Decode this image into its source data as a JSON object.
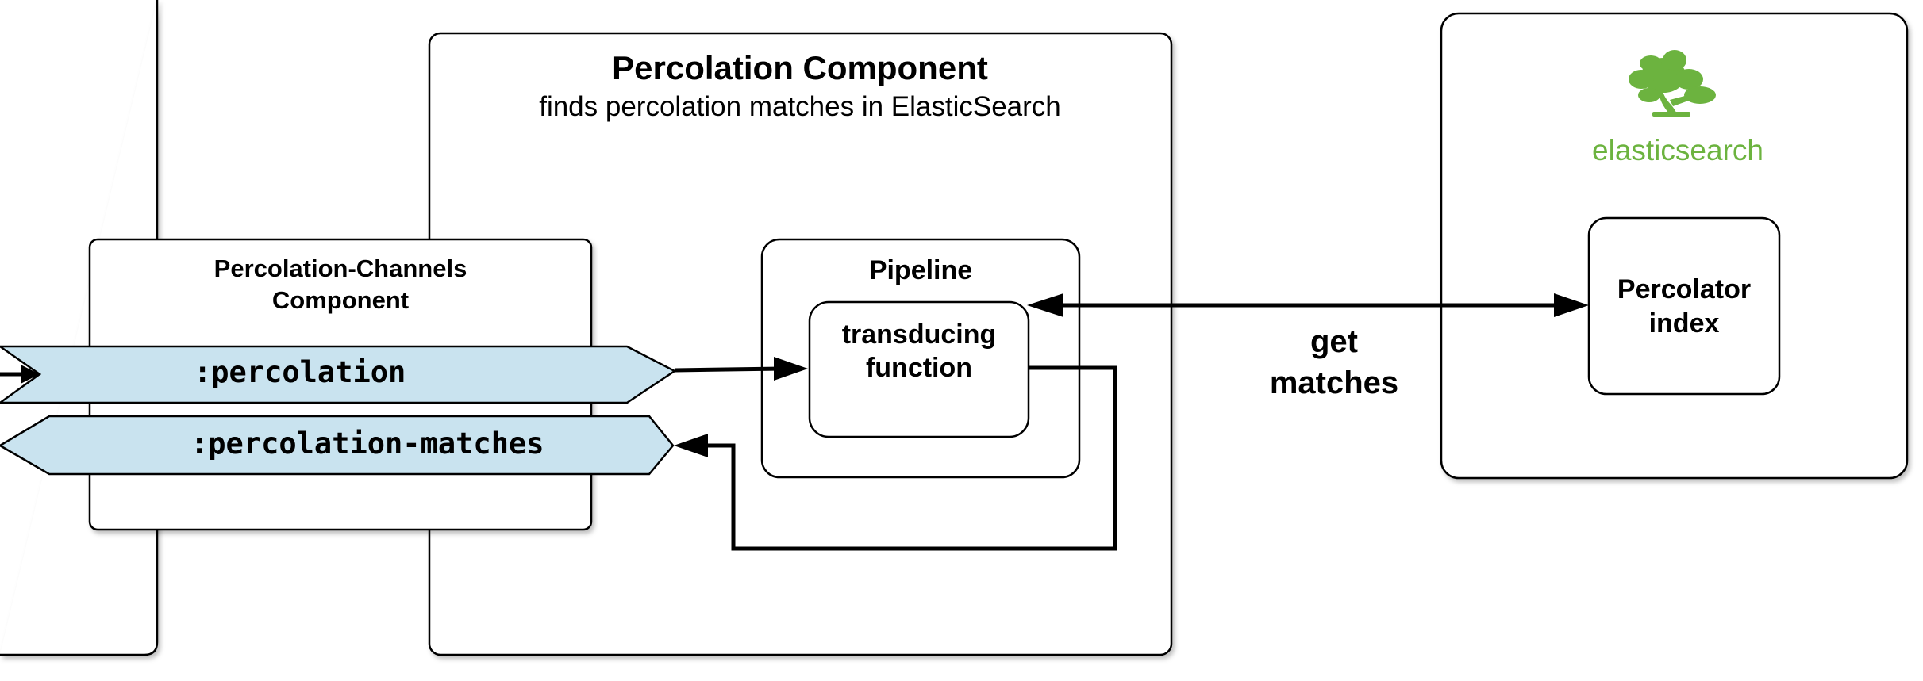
{
  "percolation_component": {
    "title": "Percolation Component",
    "subtitle": "finds percolation matches in ElasticSearch"
  },
  "channels_component": {
    "title_line1": "Percolation-Channels",
    "title_line2": "Component"
  },
  "channels": {
    "input": ":percolation",
    "output": ":percolation-matches",
    "fill": "#c9e3ef"
  },
  "pipeline": {
    "title": "Pipeline",
    "function_line1": "transducing",
    "function_line2": "function"
  },
  "edge": {
    "label_line1": "get",
    "label_line2": "matches"
  },
  "elasticsearch": {
    "logo_text": "elasticsearch",
    "logo_color": "#6cb33f",
    "index_line1": "Percolator",
    "index_line2": "index"
  }
}
